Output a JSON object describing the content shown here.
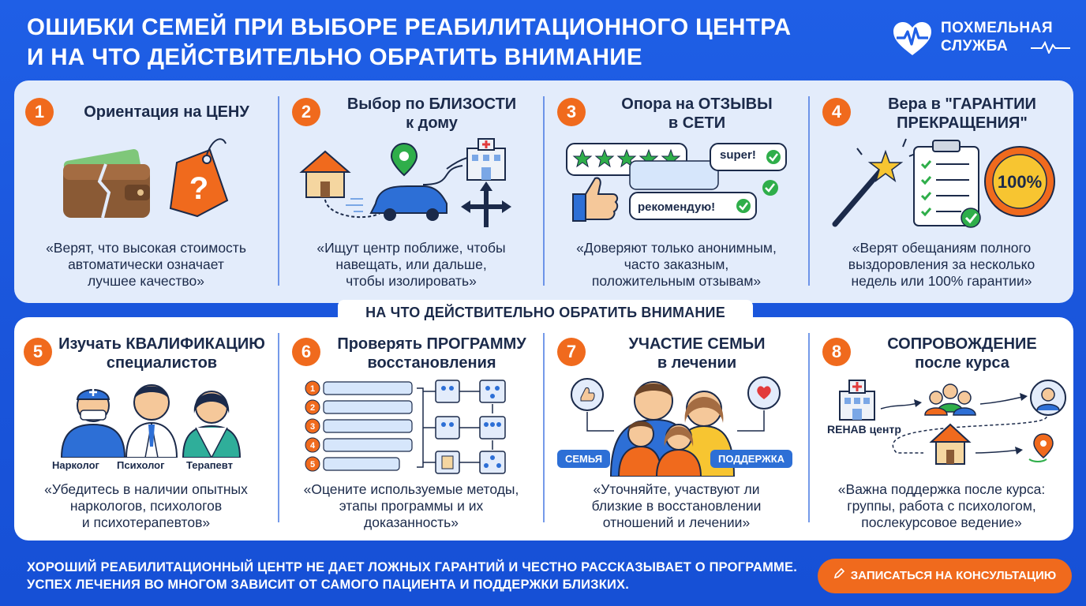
{
  "header": {
    "title_line1": "ОШИБКИ СЕМЕЙ ПРИ ВЫБОРЕ РЕАБИЛИТАЦИОННОГО ЦЕНТРА",
    "title_line2": "И НА ЧТО ДЕЙСТВИТЕЛЬНО ОБРАТИТЬ ВНИМАНИЕ",
    "brand_line1": "ПОХМЕЛЬНАЯ",
    "brand_line2": "СЛУЖБА",
    "logo_icon": "heart-pulse-icon"
  },
  "section_heading": "НА ЧТО ДЕЙСТВИТЕЛЬНО ОБРАТИТЬ ВНИМАНИЕ",
  "mistakes": [
    {
      "number": "1",
      "title_line1": "Ориентация на ЦЕНУ",
      "title_line2": "",
      "text_line1": "«Верят, что высокая стоимость",
      "text_line2": "автоматически означает",
      "text_line3": "лучшее качество»",
      "icon": "wallet-price-tag-icon"
    },
    {
      "number": "2",
      "title_line1": "Выбор по БЛИЗОСТИ",
      "title_line2": "к дому",
      "text_line1": "«Ищут центр поближе, чтобы",
      "text_line2": "навещать, или дальше,",
      "text_line3": "чтобы изолировать»",
      "icon": "house-car-route-icon"
    },
    {
      "number": "3",
      "title_line1": "Опора на ОТЗЫВЫ",
      "title_line2": "в СЕТИ",
      "text_line1": "«Доверяют только анонимным,",
      "text_line2": "часто заказным,",
      "text_line3": "положительным отзывам»",
      "bubble_super": "super!",
      "bubble_recommend": "рекомендую!",
      "icon": "reviews-stars-icon"
    },
    {
      "number": "4",
      "title_line1": "Вера в \"ГАРАНТИИ",
      "title_line2": "ПРЕКРАЩЕНИЯ\"",
      "text_line1": "«Верят обещаниям полного",
      "text_line2": "выздоровления за несколько",
      "text_line3": "недель или 100% гарантии»",
      "badge": "100%",
      "icon": "magic-wand-checklist-icon"
    }
  ],
  "advice": [
    {
      "number": "5",
      "title_line1": "Изучать КВАЛИФИКАЦИЮ",
      "title_line2": "специалистов",
      "roles": [
        "Нарколог",
        "Психолог",
        "Терапевт"
      ],
      "text_line1": "«Убедитесь в наличии опытных",
      "text_line2": "наркологов, психологов",
      "text_line3": "и психотерапевтов»",
      "icon": "doctors-icon"
    },
    {
      "number": "6",
      "title_line1": "Проверять ПРОГРАММУ",
      "title_line2": "восстановления",
      "steps": [
        "1",
        "2",
        "3",
        "4",
        "5"
      ],
      "text_line1": "«Оцените используемые методы,",
      "text_line2": "этапы программы и их",
      "text_line3": "доказанность»",
      "icon": "program-flow-icon"
    },
    {
      "number": "7",
      "title_line1": "УЧАСТИЕ СЕМЬИ",
      "title_line2": "в лечении",
      "tag_left": "СЕМЬЯ",
      "tag_right": "ПОДДЕРЖКА",
      "text_line1": "«Уточняйте, участвуют ли",
      "text_line2": "близкие в восстановлении",
      "text_line3": "отношений и лечении»",
      "icon": "family-icon"
    },
    {
      "number": "8",
      "title_line1": "СОПРОВОЖДЕНИЕ",
      "title_line2": "после курса",
      "rehab_label": "REHAB центр",
      "text_line1": "«Важна поддержка после курса:",
      "text_line2": "группы, работа с психологом,",
      "text_line3": "послекурсовое ведение»",
      "icon": "aftercare-route-icon"
    }
  ],
  "footer": {
    "text_line1": "ХОРОШИЙ РЕАБИЛИТАЦИОННЫЙ ЦЕНТР НЕ ДАЕТ ЛОЖНЫХ ГАРАНТИЙ И ЧЕСТНО РАССКАЗЫВАЕТ О ПРОГРАММЕ.",
    "text_line2": "УСПЕХ ЛЕЧЕНИЯ ВО МНОГОМ ЗАВИСИТ ОТ САМОГО ПАЦИЕНТА И ПОДДЕРЖКИ БЛИЗКИХ.",
    "cta_label": "ЗАПИСАТЬСЯ НА КОНСУЛЬТАЦИЮ",
    "cta_icon": "pencil-icon"
  },
  "colors": {
    "background": "#1f5fe6",
    "accent_orange": "#f06a1d",
    "panel_light": "#e3ecfb",
    "text_dark": "#1b2a4a",
    "check_green": "#2fae4a"
  }
}
